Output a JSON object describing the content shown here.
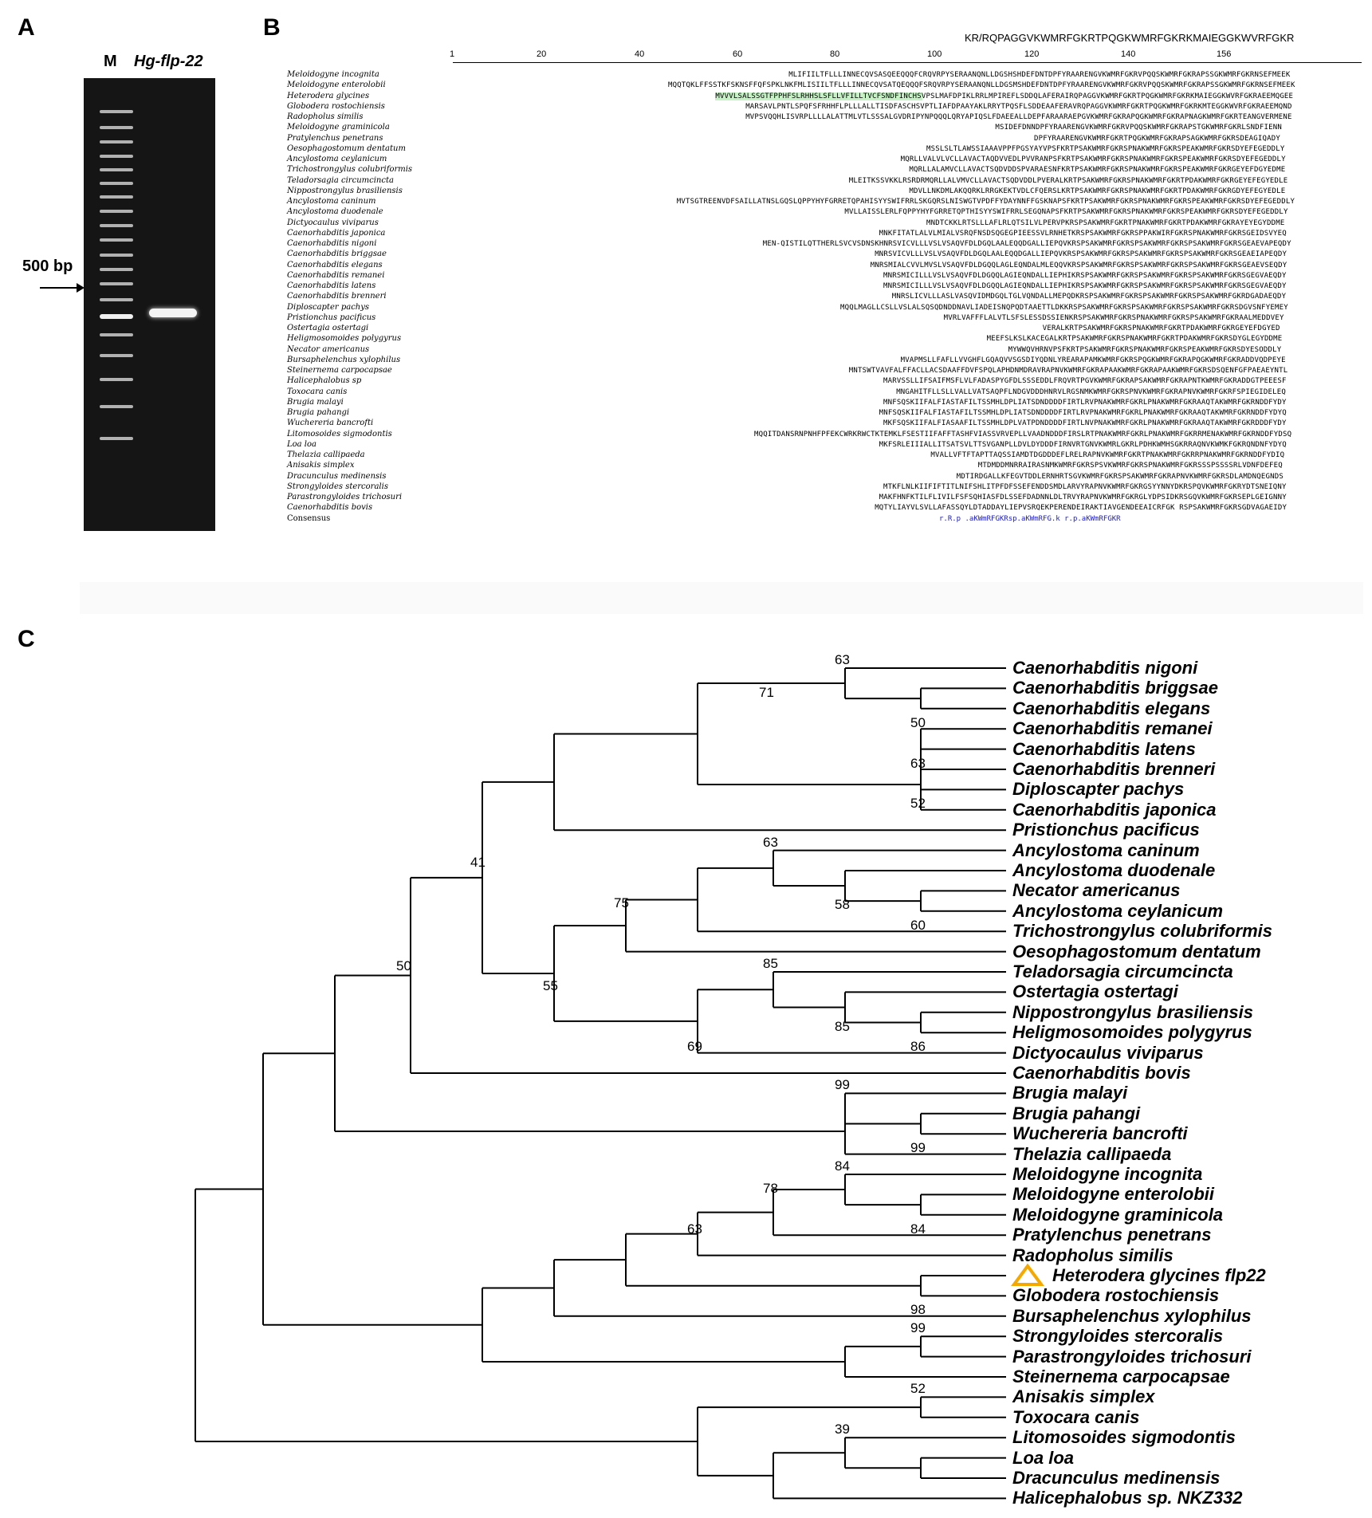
{
  "panels": {
    "a": "A",
    "b": "B",
    "c": "C"
  },
  "gel": {
    "lane_marker": "M",
    "lane_sample": "Hg-flp-22",
    "marker_size": "500 bp"
  },
  "alignment": {
    "motif": "KR/RQPAGGVKWMRFGKRTPQGKWMRFGKRKMAIEGGKWVRFGKR",
    "ruler_ticks": [
      "1",
      "20",
      "40",
      "60",
      "80",
      "100",
      "120",
      "140",
      "156"
    ],
    "species": [
      "Meloidogyne incognita",
      "Meloidogyne enterolobii",
      "Heterodera glycines",
      "Globodera rostochiensis",
      "Radopholus similis",
      "Meloidogyne graminicola",
      "Pratylenchus penetrans",
      "Oesophagostomum dentatum",
      "Ancylostoma ceylanicum",
      "Trichostrongylus colubriformis",
      "Teladorsagia circumcincta",
      "Nippostrongylus brasiliensis",
      "Ancylostoma caninum",
      "Ancylostoma duodenale",
      "Dictyocaulus viviparus",
      "Caenorhabditis japonica",
      "Caenorhabditis nigoni",
      "Caenorhabditis briggsae",
      "Caenorhabditis elegans",
      "Caenorhabditis remanei",
      "Caenorhabditis latens",
      "Caenorhabditis brenneri",
      "Diploscapter pachys",
      "Pristionchus pacificus",
      "Ostertagia ostertagi",
      "Heligmosomoides polygyrus",
      "Necator americanus",
      "Bursaphelenchus xylophilus",
      "Steinernema carpocapsae",
      "Halicephalobus sp",
      "Toxocara canis",
      "Brugia malayi",
      "Brugia pahangi",
      "Wuchereria bancrofti",
      "Litomosoides sigmodontis",
      "Loa loa",
      "Thelazia callipaeda",
      "Anisakis simplex",
      "Dracunculus medinensis",
      "Strongyloides stercoralis",
      "Parastrongyloides trichosuri",
      "Caenorhabditis bovis",
      "Consensus"
    ],
    "sequences": [
      "MLIFIILTFLLLINNECQVSASQEEQQQFCRQVRPYSERAANQNLLDGSHSHDEFDNTDPFYRAARENGVKWMRFGKRVPQQSKWMRFGKRAPSSGKWMRFGKRNSEFMEEK",
      "MQQTQKLFFSSTKFSKNSFFQFSPKLNKFMLISIILTFLLLINNECQVSATQEQQQFSRQVRPYSERAANQNLLDGSMSHDEFDNTDPFYRAARENGVKWMRFGKRVPQQSKWMRFGKRAPSSGKWMRFGKRNSEFMEEK",
      "MVVVLSALSSGTFPPHFSLRHHSLSFLLVFILLTVCFSNDFINCHSVPSLMAFDPIKLRRLMPIREFLSDDQLAFERAIRQPAGGVKWMRFGKRTPQGKWMRFGKRKMAIEGGKWVRFGKRAEEMQGEE",
      "MARSAVLPNTLSPQFSFRHHFLPLLLALLTISDFASCHSVPTLIAFDPAAYAKLRRYTPQSFLSDDEAAFERAVRQPAGGVKWMRFGKRTPQGKWMRFGKRKMTEGGKWVRFGKRAEEMQND",
      "MVPSVQQHLISVRPLLLLALATTMLVTLSSSALGVDRIPYNPQQQLQRYAPIQSLFDAEEALLDEPFARAARAEPGVKWMRFGKRAPQGKWMRFGKRAPNAGKWMRFGKRTEANGVERMENE",
      "MSIDEFDNNDPFYRAARENGVKWMRFGKRVPQQSKWMRFGKRAPSTGKWMRFGKRLSNDFIENN",
      "DPFYRAARENGVKWMRFGKRTPQGKWMRFGKRAPSAGKWMRFGKRSDEAGIQADY",
      "MSSLSLTLAWSSIAAAVPPFPGSYAYVPSFKRTPSAKWMRFGKRSPNAKWMRFGKRSPEAKWMRFGKRSDYEFEGEDDLY",
      "MQRLLVALVLVCLLAVACTAQDVVEDLPVVRANPSFKRTPSAKWMRFGKRSPNAKWMRFGKRSPEAKWMRFGKRSDYEFEGEDDLY",
      "MQRLLALAMVCLLAVACTSQDVDDSPVARAESNFKRTPSAKWMRFGKRSPNAKWMRFGKRSPEAKWMRFGKRGEYEFDGYEDME",
      "MLEITKSSVKKLRSRDRMQRLLALVMVCLLAVACTSQDVDDLPVERALKRTPSAKWMRFGKRSPNAKWMRFGKRTPDAKWMRFGKRGEYEFEGYEDLE",
      "MDVLLNKDMLAKQQRKLRRGKEKTVDLCFQERSLKRTPSAKWMRFGKRSPNAKWMRFGKRTPDAKWMRFGKRGDYEFEGYEDLE",
      "MVTSGTREENVDFSAILLATNSLGQSLQPPYHYFGRRETQPAHISYYSWIFRRLSKGQRSLNISWGTVPDFFYDAYNNFFGSKNAPSFKRTPSAKWMRFGKRSPNAKWMRFGKRSPEAKWMRFGKRSDYEFEGEDDLY",
      "MVLLAISSLERLFQPPYHYFGRRETQPTHISYYSWIFRRLSEGQNAPSFKRTPSAKWMRFGKRSPNAKWMRFGKRSPEAKWMRFGKRSDYEFEGEDDLY",
      "MNDTCKKLRTSLLLAFLRLQTSILVLPERVPKRSPSAKWMRFGKRTPNAKWMRFGKRTPDAKWMRFGKRAYEYEGYDDME",
      "MNKFITATLALVLMIALVSRQFNSDSQGEGPIEESSVLRNHETKRSPSAKWMRFGKRSPPAKWIRFGKRSPNAKWMRFGKRSGEIDSVYEQ",
      "MEN-QISTILQTTHERLSVCVSDNSKHNRSVICVLLLVSLVSAQVFDLDGQLAALEQQDGALLIEPQVKRSPSAKWMRFGKRSPSAKWMRFGKRSPSAKWMRFGKRSGEAEVAPEQDY",
      "MNRSVICVLLLVSLVSAQVFDLDGQLAALEQQDGALLIEPQVKRSPSAKWMRFGKRSPSAKWMRFGKRSPSAKWMRFGKRSGEAEIAPEQDY",
      "MNRSMIALCVVLMVSLVSAQVFDLDGQQLAGLEQNDALMLEQQVKRSPSAKWMRFGKRSPSAKWMRFGKRSPSAKWMRFGKRSGEAEVSEQDY",
      "MNRSMICILLLVSLVSAQVFDLDGQQLAGIEQNDALLIEPHIKRSPSAKWMRFGKRSPSAKWMRFGKRSPSAKWMRFGKRSGEGVAEQDY",
      "MNRSMICILLLVSLVSAQVFDLDGQQLAGIEQNDALLIEPHIKRSPSAKWMRFGKRSPSAKWMRFGKRSPSAKWMRFGKRSGEGVAEQDY",
      "MNRSLICVLLLASLVASQVIDMDGQLTGLVQNDALLMEPQDKRSPSAKWMRFGKRSPSAKWMRFGKRSPSAKWMRFGKRDGADAEQDY",
      "MQQLMAGLLCSLLVSLALSQSQDNDDNAVLIADEISNQPQDTAAETTLDKKRSPSAKWMRFGKRSPSAKWMRFGKRSPSAKWMRFGKRSDGVSNFYEMEY",
      "MVRLVAFFFLALVTLSFSLESSDSSIENKRSPSAKWMRFGKRSPNAKWMRFGKRSPSAKWMRFGKRAALMEDDVEY",
      "VERALKRTPSAKWMRFGKRSPNAKWMRFGKRTPDAKWMRFGKRGEYEFDGYED",
      "MEEFSLKSLKACEGALKRTPSAKWMRFGKRSPNAKWMRFGKRTPDAKWMRFGKRSDYGLEGYDDME",
      "MYWWQVHRNVPSFKRTPSAKWMRFGKRSPNAKWMRFGKRSPEAKWMRFGKRSDYESODDLY",
      "MVAPMSLLFAFLLVVGHFLGQAQVVSGSDIYQDNLYREARAPAMKWMRFGKRSPQGKWMRFGKRAPQGKWMRFGKRADDVQDPEYE",
      "MNTSWTVAVFALFFACLLACSDAAFFDVFSPQLAPHDNMDRAVRAPNVKWMRFGKRAPAAKWMRFGKRAPAAKWMRFGKRSDSQENFGFPAEAEYNTL",
      "MARVSSLLIFSAIFMSFLVLFADASPYGFDLSSSEDDLFRQVRTPGVKWMRFGKRAPSAKWMRFGKRAPNTKWMRFGKRADDGTPEEESF",
      "MNGAHITFLLSLLVALLVATSAQPFLNDGVDDDHNRVLRGSNMKWMRFGKRSPNVKWMRFGKRAPNVKWMRFGKRFSPIEGIDELEQ",
      "MNFSQSKIIFALFIASTAFILTSSMHLDPLIATSDNDDDDFIRTLRVPNAKWMRFGKRLPNAKWMRFGKRAAQTAKWMRFGKRNDDFYDY",
      "MNFSQSKIIFALFIASTAFILTSSMHLDPLIATSDNDDDDFIRTLRVPNAKWMRFGKRLPNAKWMRFGKRAAQTAKWMRFGKRNDDFYDYQ",
      "MKFSQSKIIFALFIASAAFILTSSMHLDPLVATPDNDDDDFIRTLNVPNAKWMRFGKRLPNAKWMRFGKRAAQTAKWMRFGKRDDDFYDY",
      "MQQITDANSRNPNHFPFEKCWRKRWCTKTEMKLFSESTIIFAFFTASHFVIASSVRVEPLLVAADNDDDFIRSLRTPNAKWMRFGKRLPNAKWMRFGKRRMENAKWMRFGKRNDDFYDSQ",
      "MKFSRLEIIIALLITSATSVLTTSVGANPLLDVLDYDDDFIRNVRTGNVKWMRLGKRLPDHKWMHSGKRRAQNVKWMKFGKRQNDNFYDYQ",
      "MVALLVFTFTAPTTAQSSIAMDTDGDDDEFLRELRAPNVKWMRFGKRTPNAKWMRFGKRRPNAKWMRFGKRNDDFYDIQ",
      "MTDMDDMNRRAIRASNMKWMRFGKRSPSVKWMRFGKRSPNAKWMRFGKRSSSPSSSSRLVDNFDEFEQ",
      "MDTIRDGALLKFEGVTDDLERNHRTSGVKWMRFGKRSPSAKWMRFGKRAPNVKWMRFGKRSDLAMDNQEGNDS",
      "MTKFLNLKIIFIFTITLNIFSHLITPFDFSSEFENDDSMDLARVYRAPNVKWMRFGKRGSYYNNYDKRSPQVKWMRFGKRYDTSNEIQNY",
      "MAKFHNFKTILFLIVILFSFSQHIASFDLSSEFDADNNLDLTRVYRAPNVKWMRFGKRGLYDPSIDKRSGQVKWMRFGKRSEPLGEIGNNY",
      "MQTYLIAYVLSVLLAFASSQYLDTADDAYLIEPVSRQEKPERENDEIRAKTIAVGENDEEAICRFGK RSPSAKWMRFGKRSGDVAGAEIDY",
      "r.R.p .aKWmRFGKRsp.aKWmRFG.k r.p.aKWmRFGKR"
    ]
  },
  "tree": {
    "taxa": [
      "Caenorhabditis nigoni",
      "Caenorhabditis briggsae",
      "Caenorhabditis elegans",
      "Caenorhabditis remanei",
      "Caenorhabditis latens",
      "Caenorhabditis brenneri",
      "Diploscapter pachys",
      "Caenorhabditis japonica",
      "Pristionchus pacificus",
      "Ancylostoma caninum",
      "Ancylostoma duodenale",
      "Necator americanus",
      "Ancylostoma ceylanicum",
      "Trichostrongylus colubriformis",
      "Oesophagostomum dentatum",
      "Teladorsagia circumcincta",
      "Ostertagia ostertagi",
      "Nippostrongylus brasiliensis",
      "Heligmosomoides polygyrus",
      "Dictyocaulus viviparus",
      "Caenorhabditis bovis",
      "Brugia malayi",
      "Brugia pahangi",
      "Wuchereria bancrofti",
      "Thelazia callipaeda",
      "Meloidogyne incognita",
      "Meloidogyne enterolobii",
      "Meloidogyne graminicola",
      "Pratylenchus penetrans",
      "Radopholus similis",
      "Heterodera glycines flp22",
      "Globodera rostochiensis",
      "Bursaphelenchus xylophilus",
      "Strongyloides stercoralis",
      "Parastrongyloides trichosuri",
      "Steinernema carpocapsae",
      "Anisakis simplex",
      "Toxocara canis",
      "Litomosoides sigmodontis",
      "Loa loa",
      "Dracunculus medinensis",
      "Halicephalobus sp. NKZ332"
    ],
    "bootstraps": [
      "63",
      "71",
      "50",
      "63",
      "52",
      "41",
      "63",
      "75",
      "58",
      "60",
      "55",
      "85",
      "85",
      "69",
      "86",
      "50",
      "99",
      "99",
      "84",
      "78",
      "63",
      "84",
      "98",
      "99",
      "52",
      "39"
    ],
    "highlight_color": "#f5a800"
  }
}
